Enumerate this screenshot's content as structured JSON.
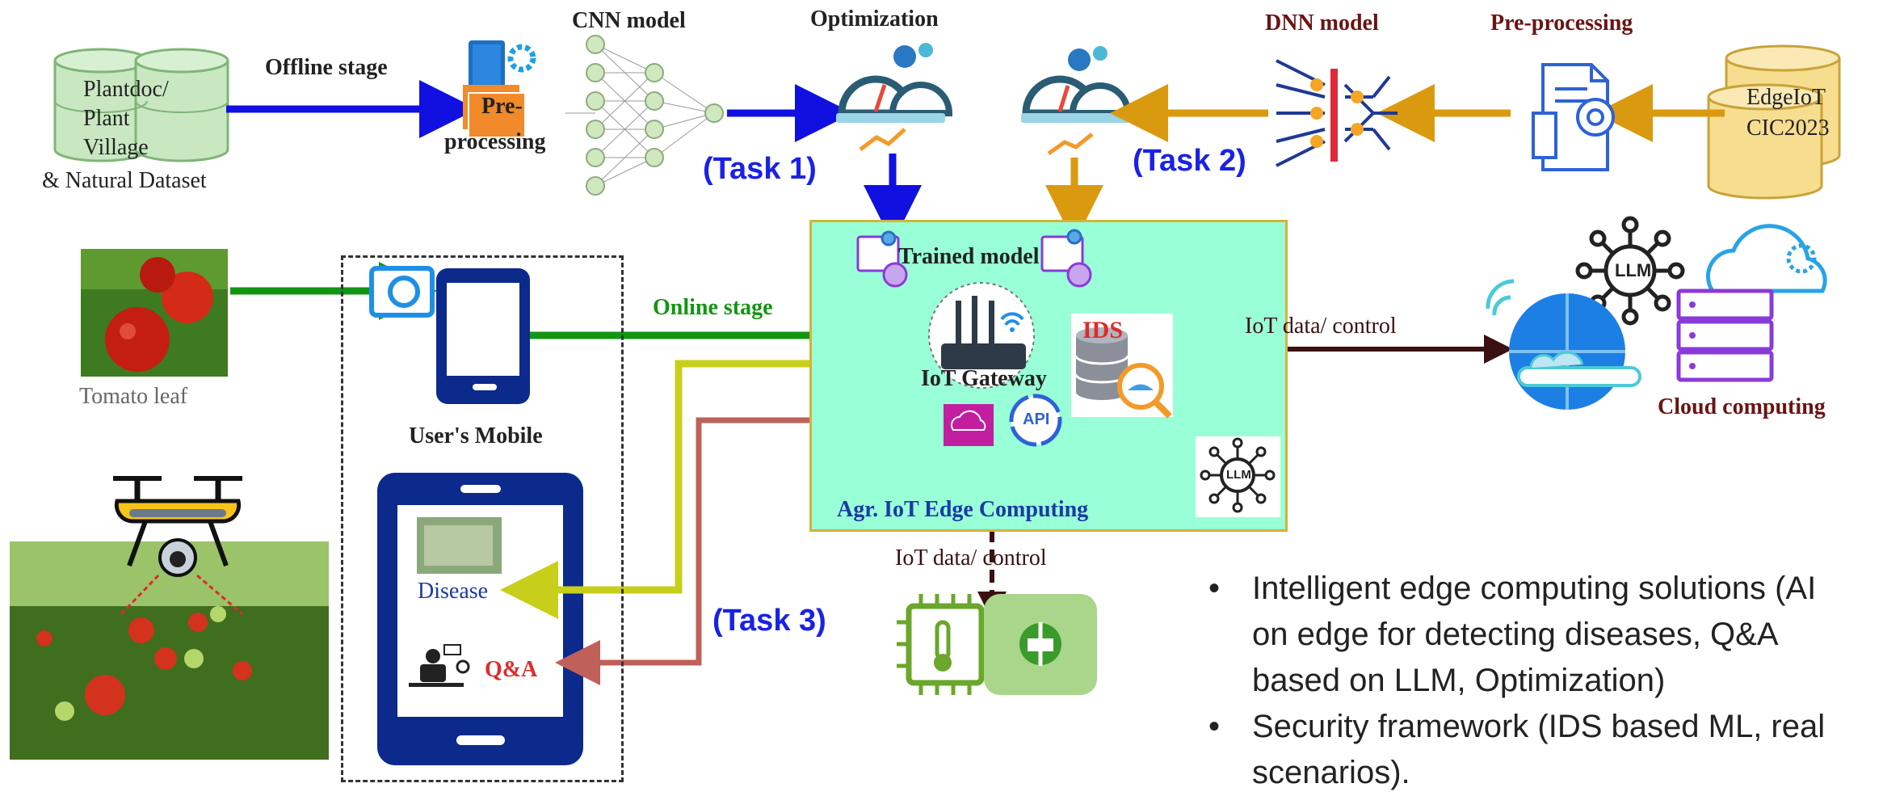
{
  "datasets": {
    "offline": {
      "line1": "Plantdoc/",
      "line2": "Plant",
      "line3": "Village",
      "caption": "& Natural Dataset"
    },
    "edge": {
      "line1": "EdgeIoT",
      "line2": "CIC2023"
    }
  },
  "labels": {
    "offline_stage": "Offline stage",
    "preprocessing_left_1": "Pre-",
    "preprocessing_left_2": "processing",
    "cnn_model": "CNN model",
    "optimization": "Optimization",
    "dnn_model": "DNN model",
    "preprocessing_right": "Pre-processing",
    "task1": "(Task 1)",
    "task2": "(Task 2)",
    "task3": "(Task 3)",
    "tomato_leaf": "Tomato leaf",
    "online_stage": "Online stage",
    "users_mobile": "User's Mobile",
    "disease": "Disease",
    "qa": "Q&A",
    "trained_model": "Trained model",
    "iot_gateway": "IoT Gateway",
    "ids": "IDS",
    "api": "API",
    "llm": "LLM",
    "edge_computing": "Agr. IoT Edge Computing",
    "iot_data_control_right": "IoT data/ control",
    "iot_data_control_bottom": "IoT data/ control",
    "cloud_computing": "Cloud computing"
  },
  "bullets": [
    {
      "mark": "•",
      "line1": "Intelligent edge computing solutions (AI",
      "line2": "on edge for detecting diseases, Q&A",
      "line3": "based on LLM, Optimization)"
    },
    {
      "mark": "•",
      "line1": "Security framework (IDS based ML, real",
      "line2": "scenarios)."
    }
  ],
  "colors": {
    "blue_arrow": "#1010e0",
    "orange_arrow": "#d99a10",
    "green_arrow": "#129612",
    "yellow_arrow": "#c8cf1a",
    "red_arrow": "#c0605a",
    "dark_arrow": "#3a1010",
    "edge_fill": "#99ffd6",
    "edge_border": "#d4b23a",
    "task_text": "#1a22e6",
    "cylinder_green": "#c9e8c2",
    "cylinder_yellow": "#f7dd8f",
    "phone_blue": "#0b2a8c"
  }
}
